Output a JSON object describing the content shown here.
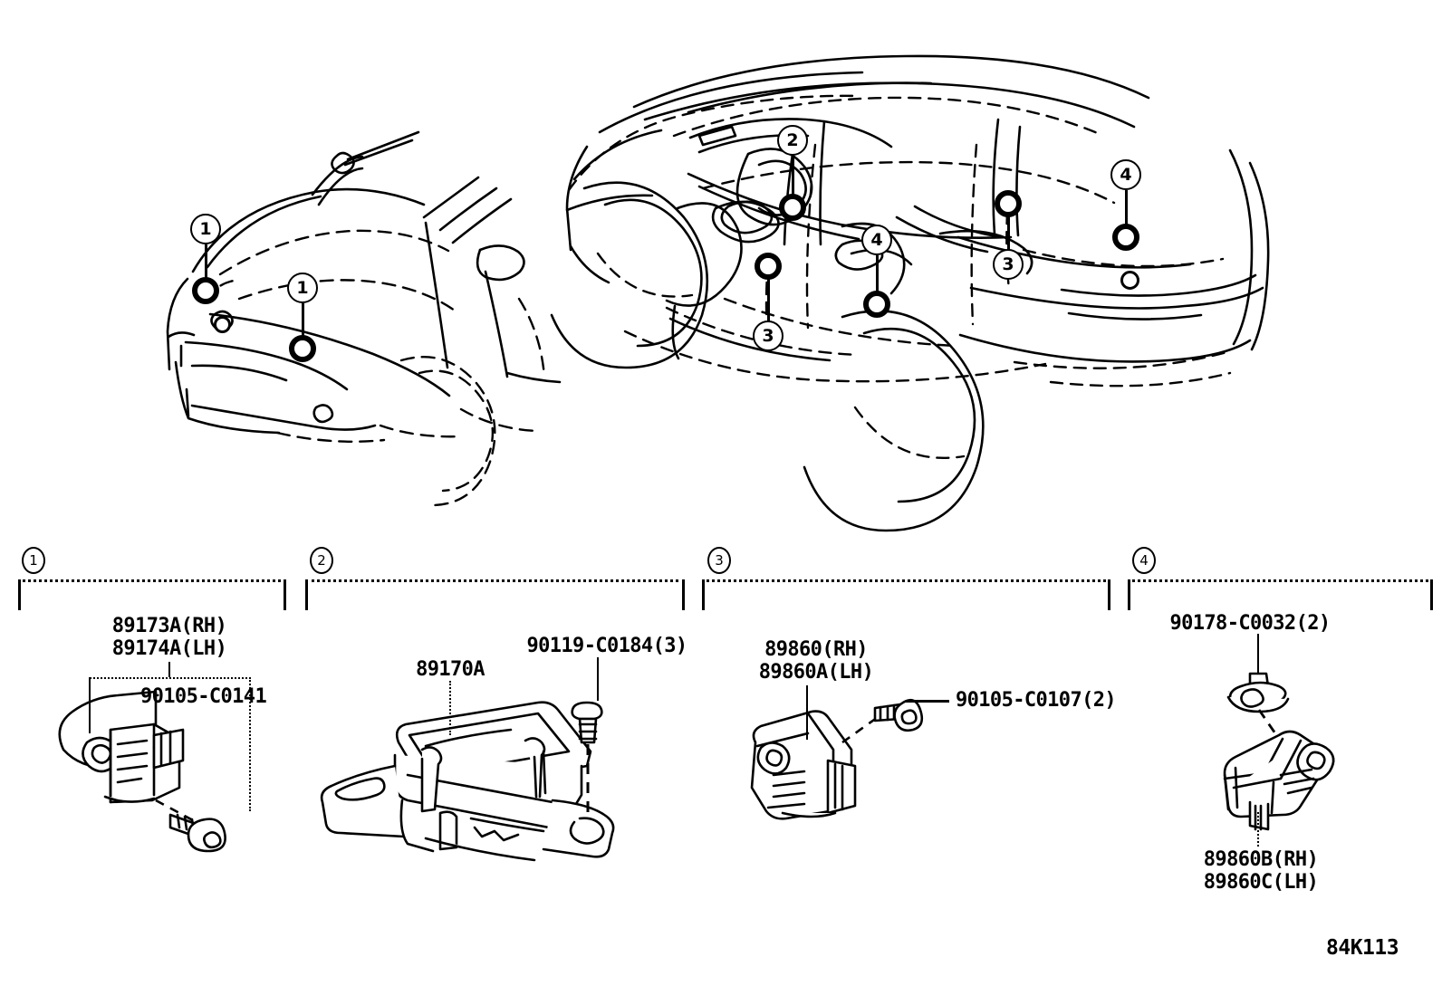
{
  "diagram": {
    "code": "84K113",
    "vehicle_views": [
      {
        "name": "front-three-quarter-view"
      },
      {
        "name": "rear-three-quarter-cutaway-view"
      }
    ]
  },
  "callouts": [
    {
      "id": "c1a",
      "number": "1",
      "view": "front"
    },
    {
      "id": "c1b",
      "number": "1",
      "view": "front"
    },
    {
      "id": "c2",
      "number": "2",
      "view": "rear"
    },
    {
      "id": "c3a",
      "number": "3",
      "view": "rear"
    },
    {
      "id": "c3b",
      "number": "3",
      "view": "rear"
    },
    {
      "id": "c4a",
      "number": "4",
      "view": "rear"
    },
    {
      "id": "c4b",
      "number": "4",
      "view": "rear"
    }
  ],
  "groups": [
    {
      "badge": "1",
      "labels": [
        {
          "key": "g1_sensor_rh",
          "text": "89173A(RH)"
        },
        {
          "key": "g1_sensor_lh",
          "text": "89174A(LH)"
        },
        {
          "key": "g1_bolt",
          "text": "90105-C0141"
        }
      ]
    },
    {
      "badge": "2",
      "labels": [
        {
          "key": "g2_ecu",
          "text": "89170A"
        },
        {
          "key": "g2_bolt",
          "text": "90119-C0184(3)"
        }
      ]
    },
    {
      "badge": "3",
      "labels": [
        {
          "key": "g3_sensor_rh",
          "text": "89860(RH)"
        },
        {
          "key": "g3_sensor_lh",
          "text": "89860A(LH)"
        },
        {
          "key": "g3_bolt",
          "text": "90105-C0107(2)"
        }
      ]
    },
    {
      "badge": "4",
      "labels": [
        {
          "key": "g4_clip",
          "text": "90178-C0032(2)"
        },
        {
          "key": "g4_sensor_rh",
          "text": "89860B(RH)"
        },
        {
          "key": "g4_sensor_lh",
          "text": "89860C(LH)"
        }
      ]
    }
  ],
  "colors": {
    "line": "#000000",
    "background": "#ffffff"
  }
}
